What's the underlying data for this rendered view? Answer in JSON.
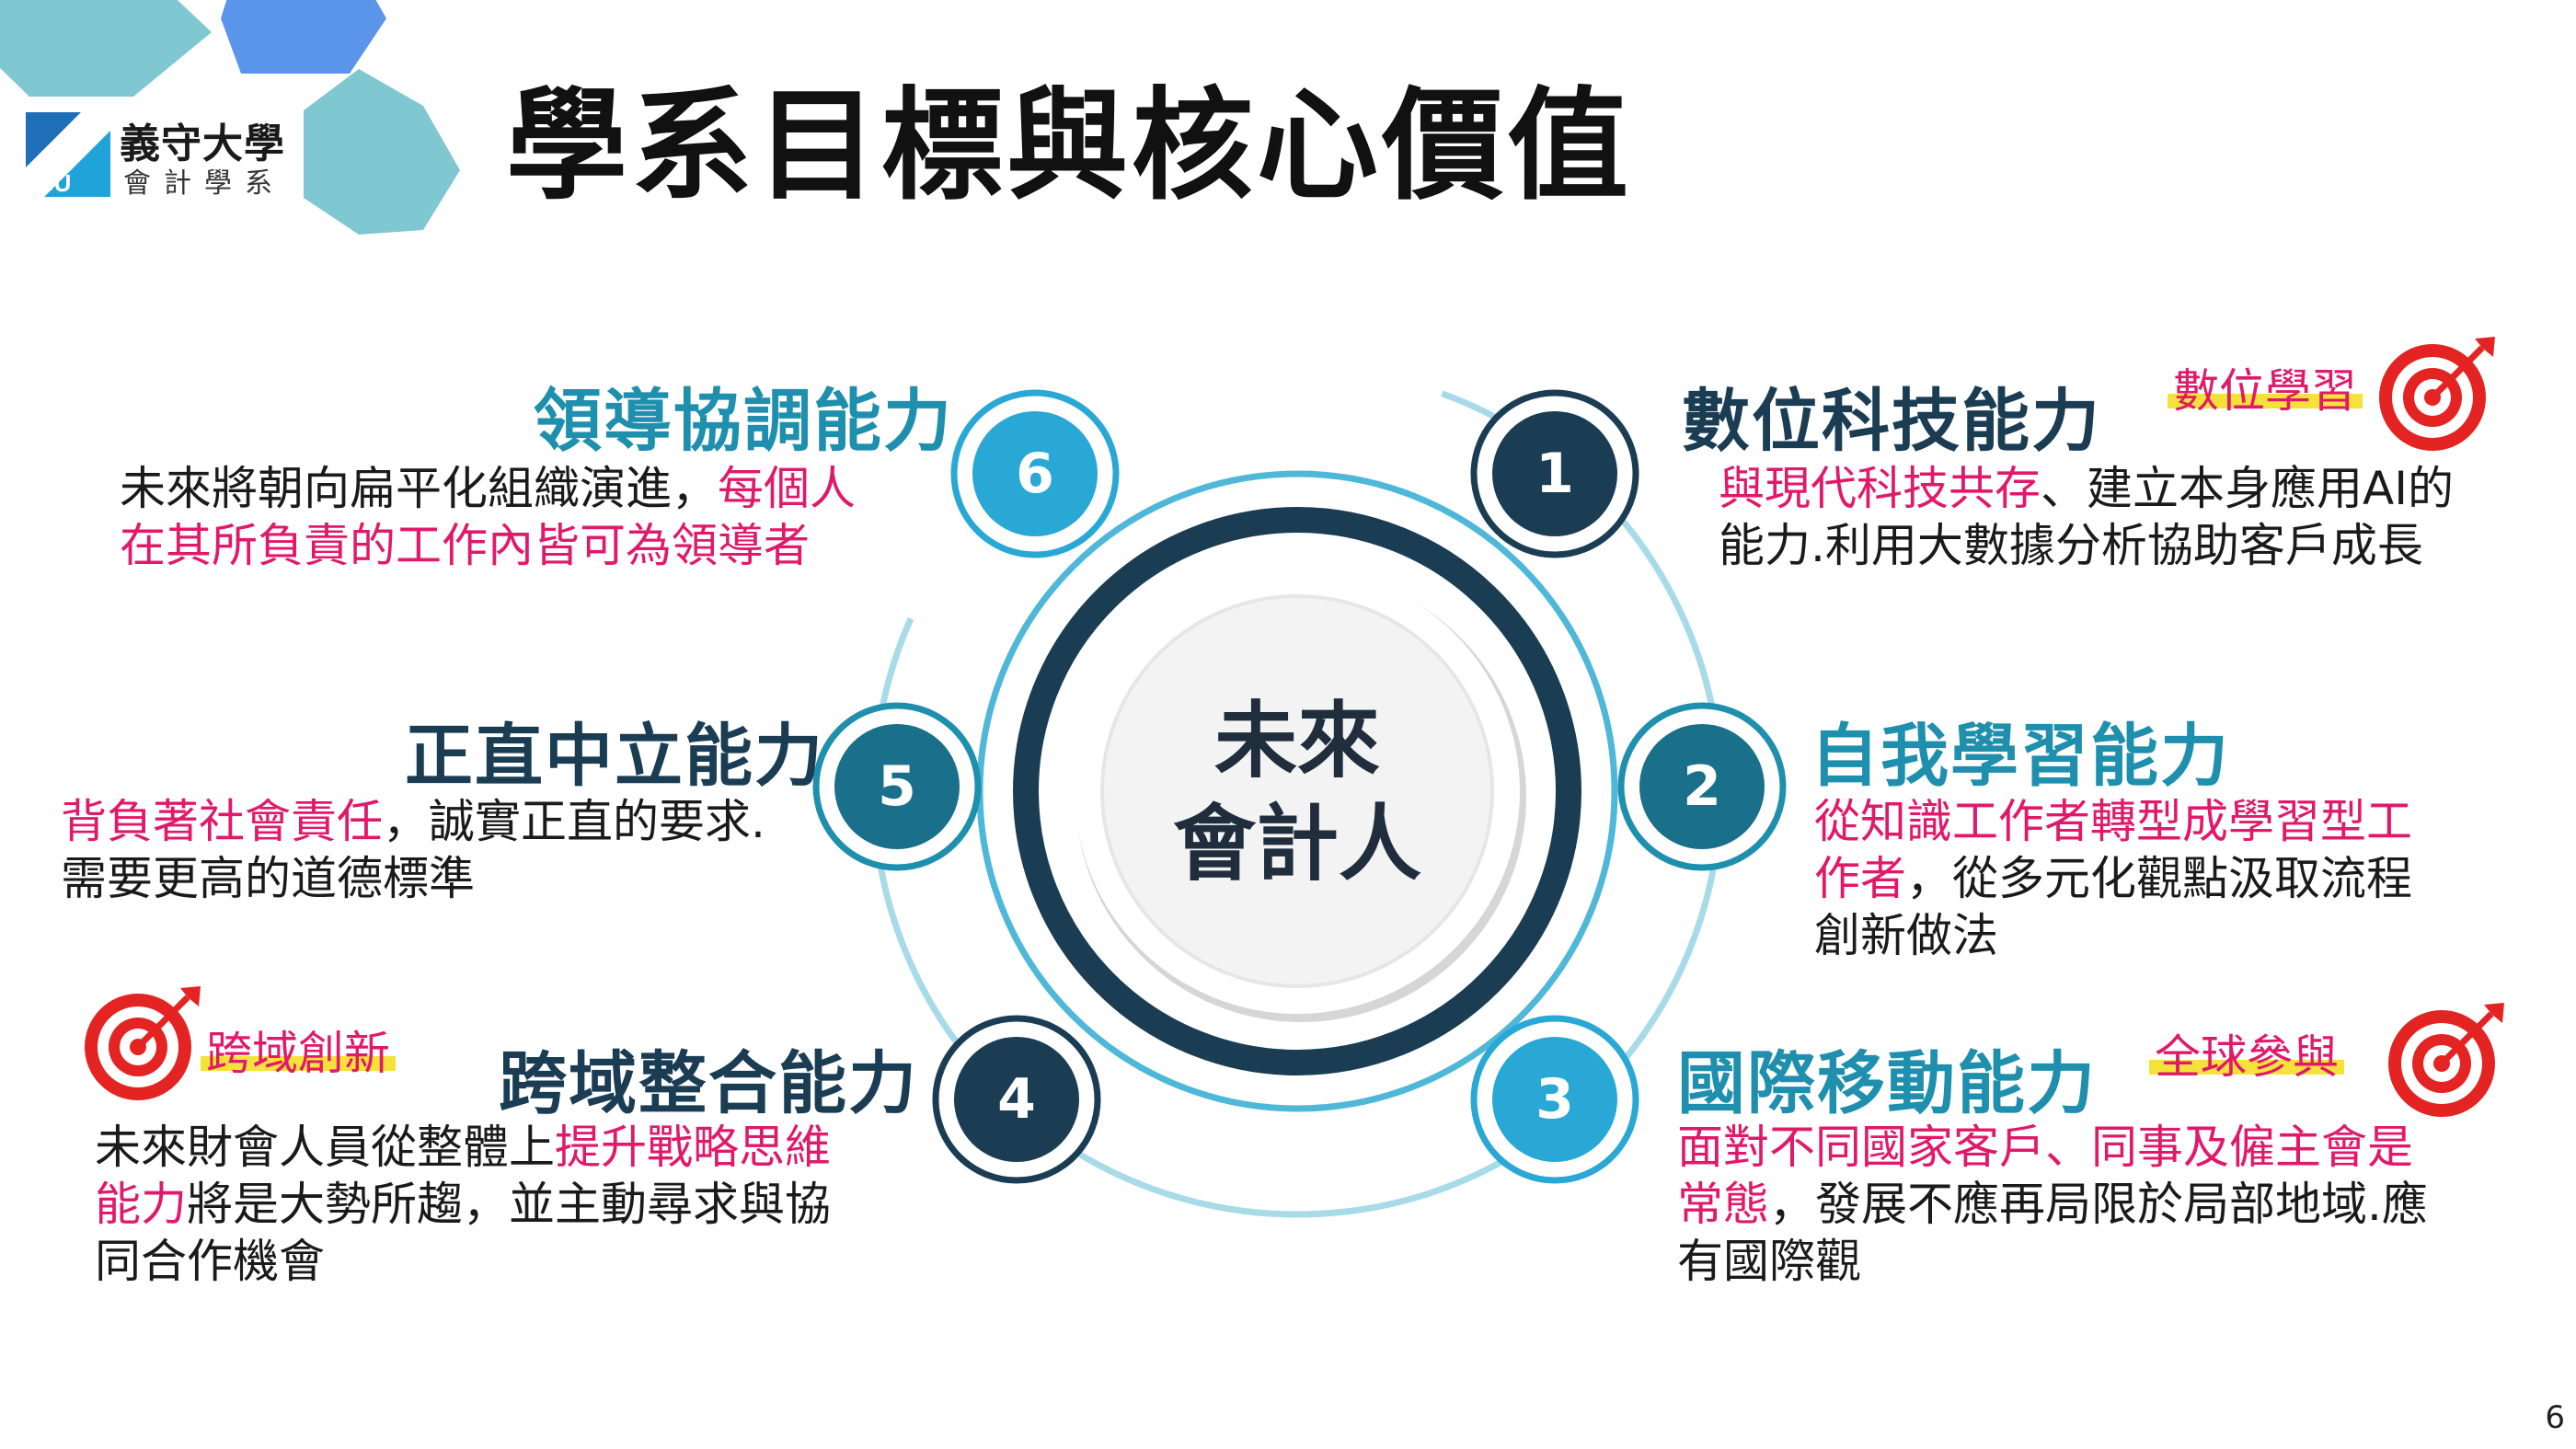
{
  "header": {
    "title": "學系目標與核心價值",
    "logo": {
      "university": "義守大學",
      "department": "會計學系",
      "mark": "ISU"
    }
  },
  "center": {
    "line1": "未來",
    "line2": "會計人"
  },
  "nodes": [
    {
      "number": "1",
      "title": "數位科技能力",
      "tag": "數位學習",
      "desc": [
        [
          {
            "text": "與現代科技共存",
            "highlight": true
          },
          {
            "text": "、建立本身應用AI的",
            "highlight": false
          }
        ],
        [
          {
            "text": "能力.利用大數據分析協助客戶成長",
            "highlight": false
          }
        ]
      ]
    },
    {
      "number": "2",
      "title": "自我學習能力",
      "desc": [
        [
          {
            "text": "從知識工作者轉型成學習型工",
            "highlight": true
          }
        ],
        [
          {
            "text": "作者",
            "highlight": true
          },
          {
            "text": "，從多元化觀點汲取流程",
            "highlight": false
          }
        ],
        [
          {
            "text": "創新做法",
            "highlight": false
          }
        ]
      ]
    },
    {
      "number": "3",
      "title": "國際移動能力",
      "tag": "全球參與",
      "desc": [
        [
          {
            "text": "面對不同國家客戶、同事及僱主會是",
            "highlight": true
          }
        ],
        [
          {
            "text": "常態",
            "highlight": true
          },
          {
            "text": "，發展不應再局限於局部地域.應",
            "highlight": false
          }
        ],
        [
          {
            "text": "有國際觀",
            "highlight": false
          }
        ]
      ]
    },
    {
      "number": "4",
      "title": "跨域整合能力",
      "tag": "跨域創新",
      "desc": [
        [
          {
            "text": "未來財會人員從整體上",
            "highlight": false
          },
          {
            "text": "提升戰略思維",
            "highlight": true
          }
        ],
        [
          {
            "text": "能力",
            "highlight": true
          },
          {
            "text": "將是大勢所趨，並主動尋求與協",
            "highlight": false
          }
        ],
        [
          {
            "text": "同合作機會",
            "highlight": false
          }
        ]
      ]
    },
    {
      "number": "5",
      "title": "正直中立能力",
      "desc": [
        [
          {
            "text": "背負著社會責任",
            "highlight": true
          },
          {
            "text": "，誠實正直的要求.",
            "highlight": false
          }
        ],
        [
          {
            "text": "需要更高的道德標準",
            "highlight": false
          }
        ]
      ]
    },
    {
      "number": "6",
      "title": "領導協調能力",
      "desc": [
        [
          {
            "text": "未來將朝向扁平化組織演進，",
            "highlight": false
          },
          {
            "text": "每個人",
            "highlight": true
          }
        ],
        [
          {
            "text": "在其所負責的工作內皆可為領導者",
            "highlight": true
          }
        ]
      ]
    }
  ],
  "page_number": "6",
  "colors": {
    "teal": "#1f8fae",
    "dark_navy": "#1b3d54",
    "light_blue": "#29a8d6",
    "pink_highlight": "#e0196b",
    "tag_underline": "#f4e23a",
    "hex_teal": "#7fc7d1",
    "hex_blue": "#5b95ea",
    "target_red": "#e42323"
  }
}
